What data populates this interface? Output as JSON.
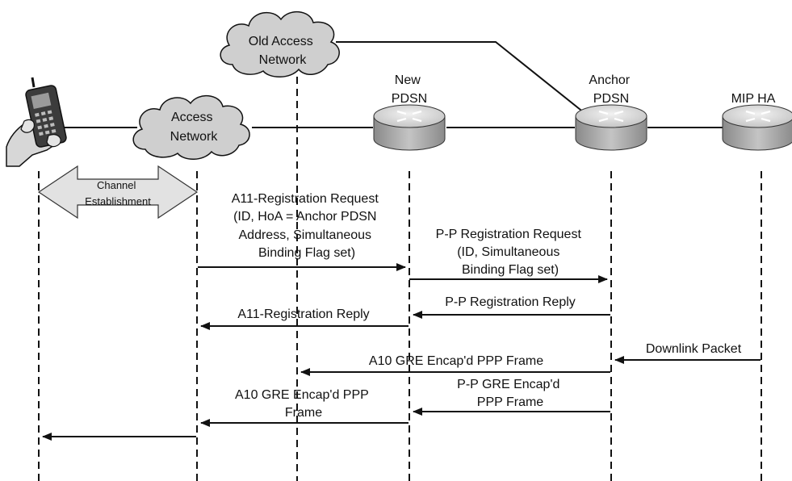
{
  "nodes": {
    "old_access_network": [
      "Old Access",
      "Network"
    ],
    "access_network": [
      "Access",
      "Network"
    ],
    "new_pdsn": [
      "New",
      "PDSN"
    ],
    "anchor_pdsn": [
      "Anchor",
      "PDSN"
    ],
    "mip_ha": [
      "MIP HA"
    ]
  },
  "channel_establishment": [
    "Channel",
    "Establishment"
  ],
  "messages": {
    "a11_request": [
      "A11-Registration Request",
      "(ID, HoA = Anchor PDSN",
      "Address, Simultaneous",
      "Binding Flag set)"
    ],
    "pp_request": [
      "P-P Registration Request",
      "(ID, Simultaneous",
      "Binding Flag set)"
    ],
    "pp_reply": [
      "P-P Registration Reply"
    ],
    "a11_reply": [
      "A11-Registration Reply"
    ],
    "downlink": [
      "Downlink Packet"
    ],
    "a10_frame_to_old": [
      "A10 GRE Encap'd PPP Frame"
    ],
    "pp_gre": [
      "P-P GRE Encap'd",
      "PPP Frame"
    ],
    "a10_frame": [
      "A10 GRE Encap'd PPP",
      "Frame"
    ]
  },
  "colors": {
    "line": "#111111",
    "cloud_fill": "#cfcfcf",
    "router_top": "#dcdcdc",
    "router_side": "#9a9a9a",
    "arrow_fill": "#e2e2e2"
  }
}
